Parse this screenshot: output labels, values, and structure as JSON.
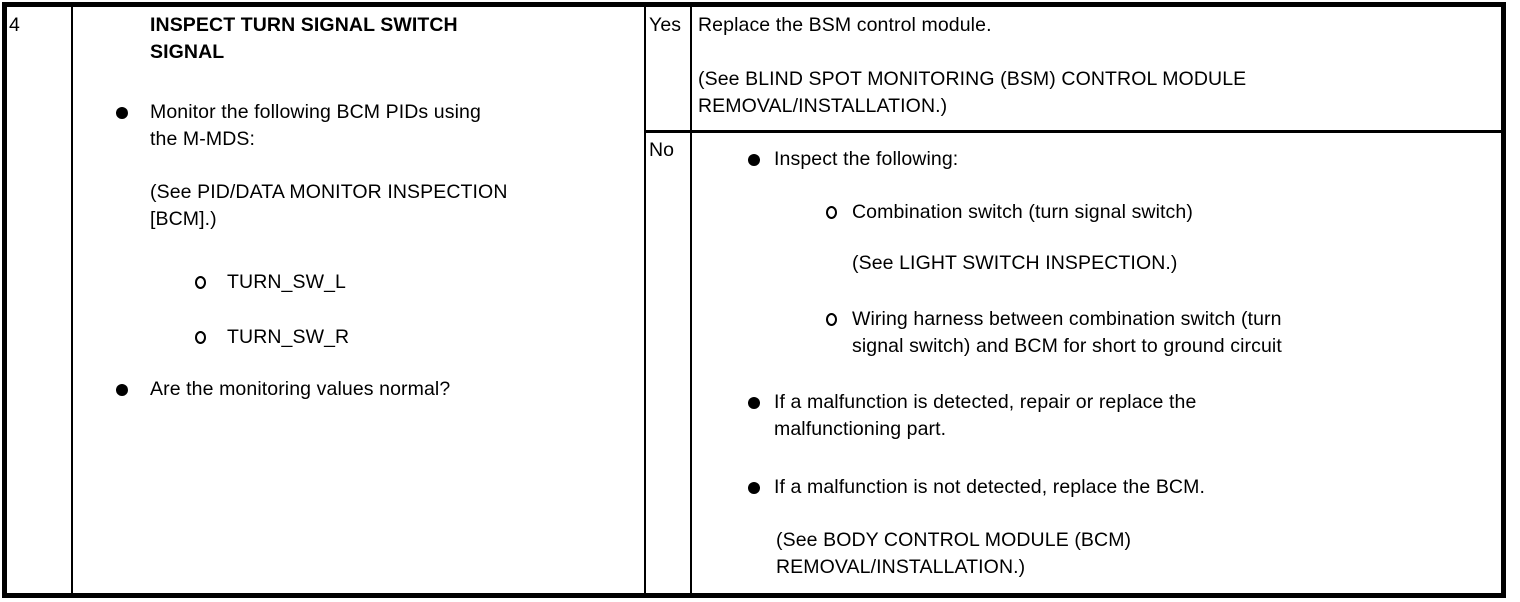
{
  "colors": {
    "text": "#000000",
    "border": "#000000",
    "background": "#ffffff"
  },
  "icons": {
    "filled-bullet-icon": "black filled circle list marker",
    "hollow-bullet-icon": "black hollow circle sub-list marker"
  },
  "table": {
    "step": "4",
    "inspection": {
      "title": "INSPECT TURN SIGNAL SWITCH\nSIGNAL",
      "monitor_instruction": "Monitor the following BCM PIDs using\nthe M-MDS:",
      "pid_reference": "(See PID/DATA MONITOR INSPECTION\n[BCM].)",
      "pid_l": "TURN_SW_L",
      "pid_r": "TURN_SW_R",
      "question": "Are the monitoring values normal?"
    },
    "yes": {
      "label": "Yes",
      "action": "Replace the BSM control module.",
      "reference": "(See BLIND SPOT MONITORING (BSM) CONTROL MODULE\nREMOVAL/INSTALLATION.)"
    },
    "no": {
      "label": "No",
      "inspect_following": "Inspect the following:",
      "combination_switch": "Combination switch (turn signal switch)",
      "light_switch_reference": "(See LIGHT SWITCH INSPECTION.)",
      "wiring_harness": "Wiring harness between combination switch (turn\nsignal switch) and BCM for short to ground circuit",
      "malfunction_detected": "If a malfunction is detected, repair or replace the\nmalfunctioning part.",
      "malfunction_not_detected": "If a malfunction is not detected, replace the BCM.",
      "bcm_reference": "(See BODY CONTROL MODULE (BCM)\nREMOVAL/INSTALLATION.)"
    }
  }
}
